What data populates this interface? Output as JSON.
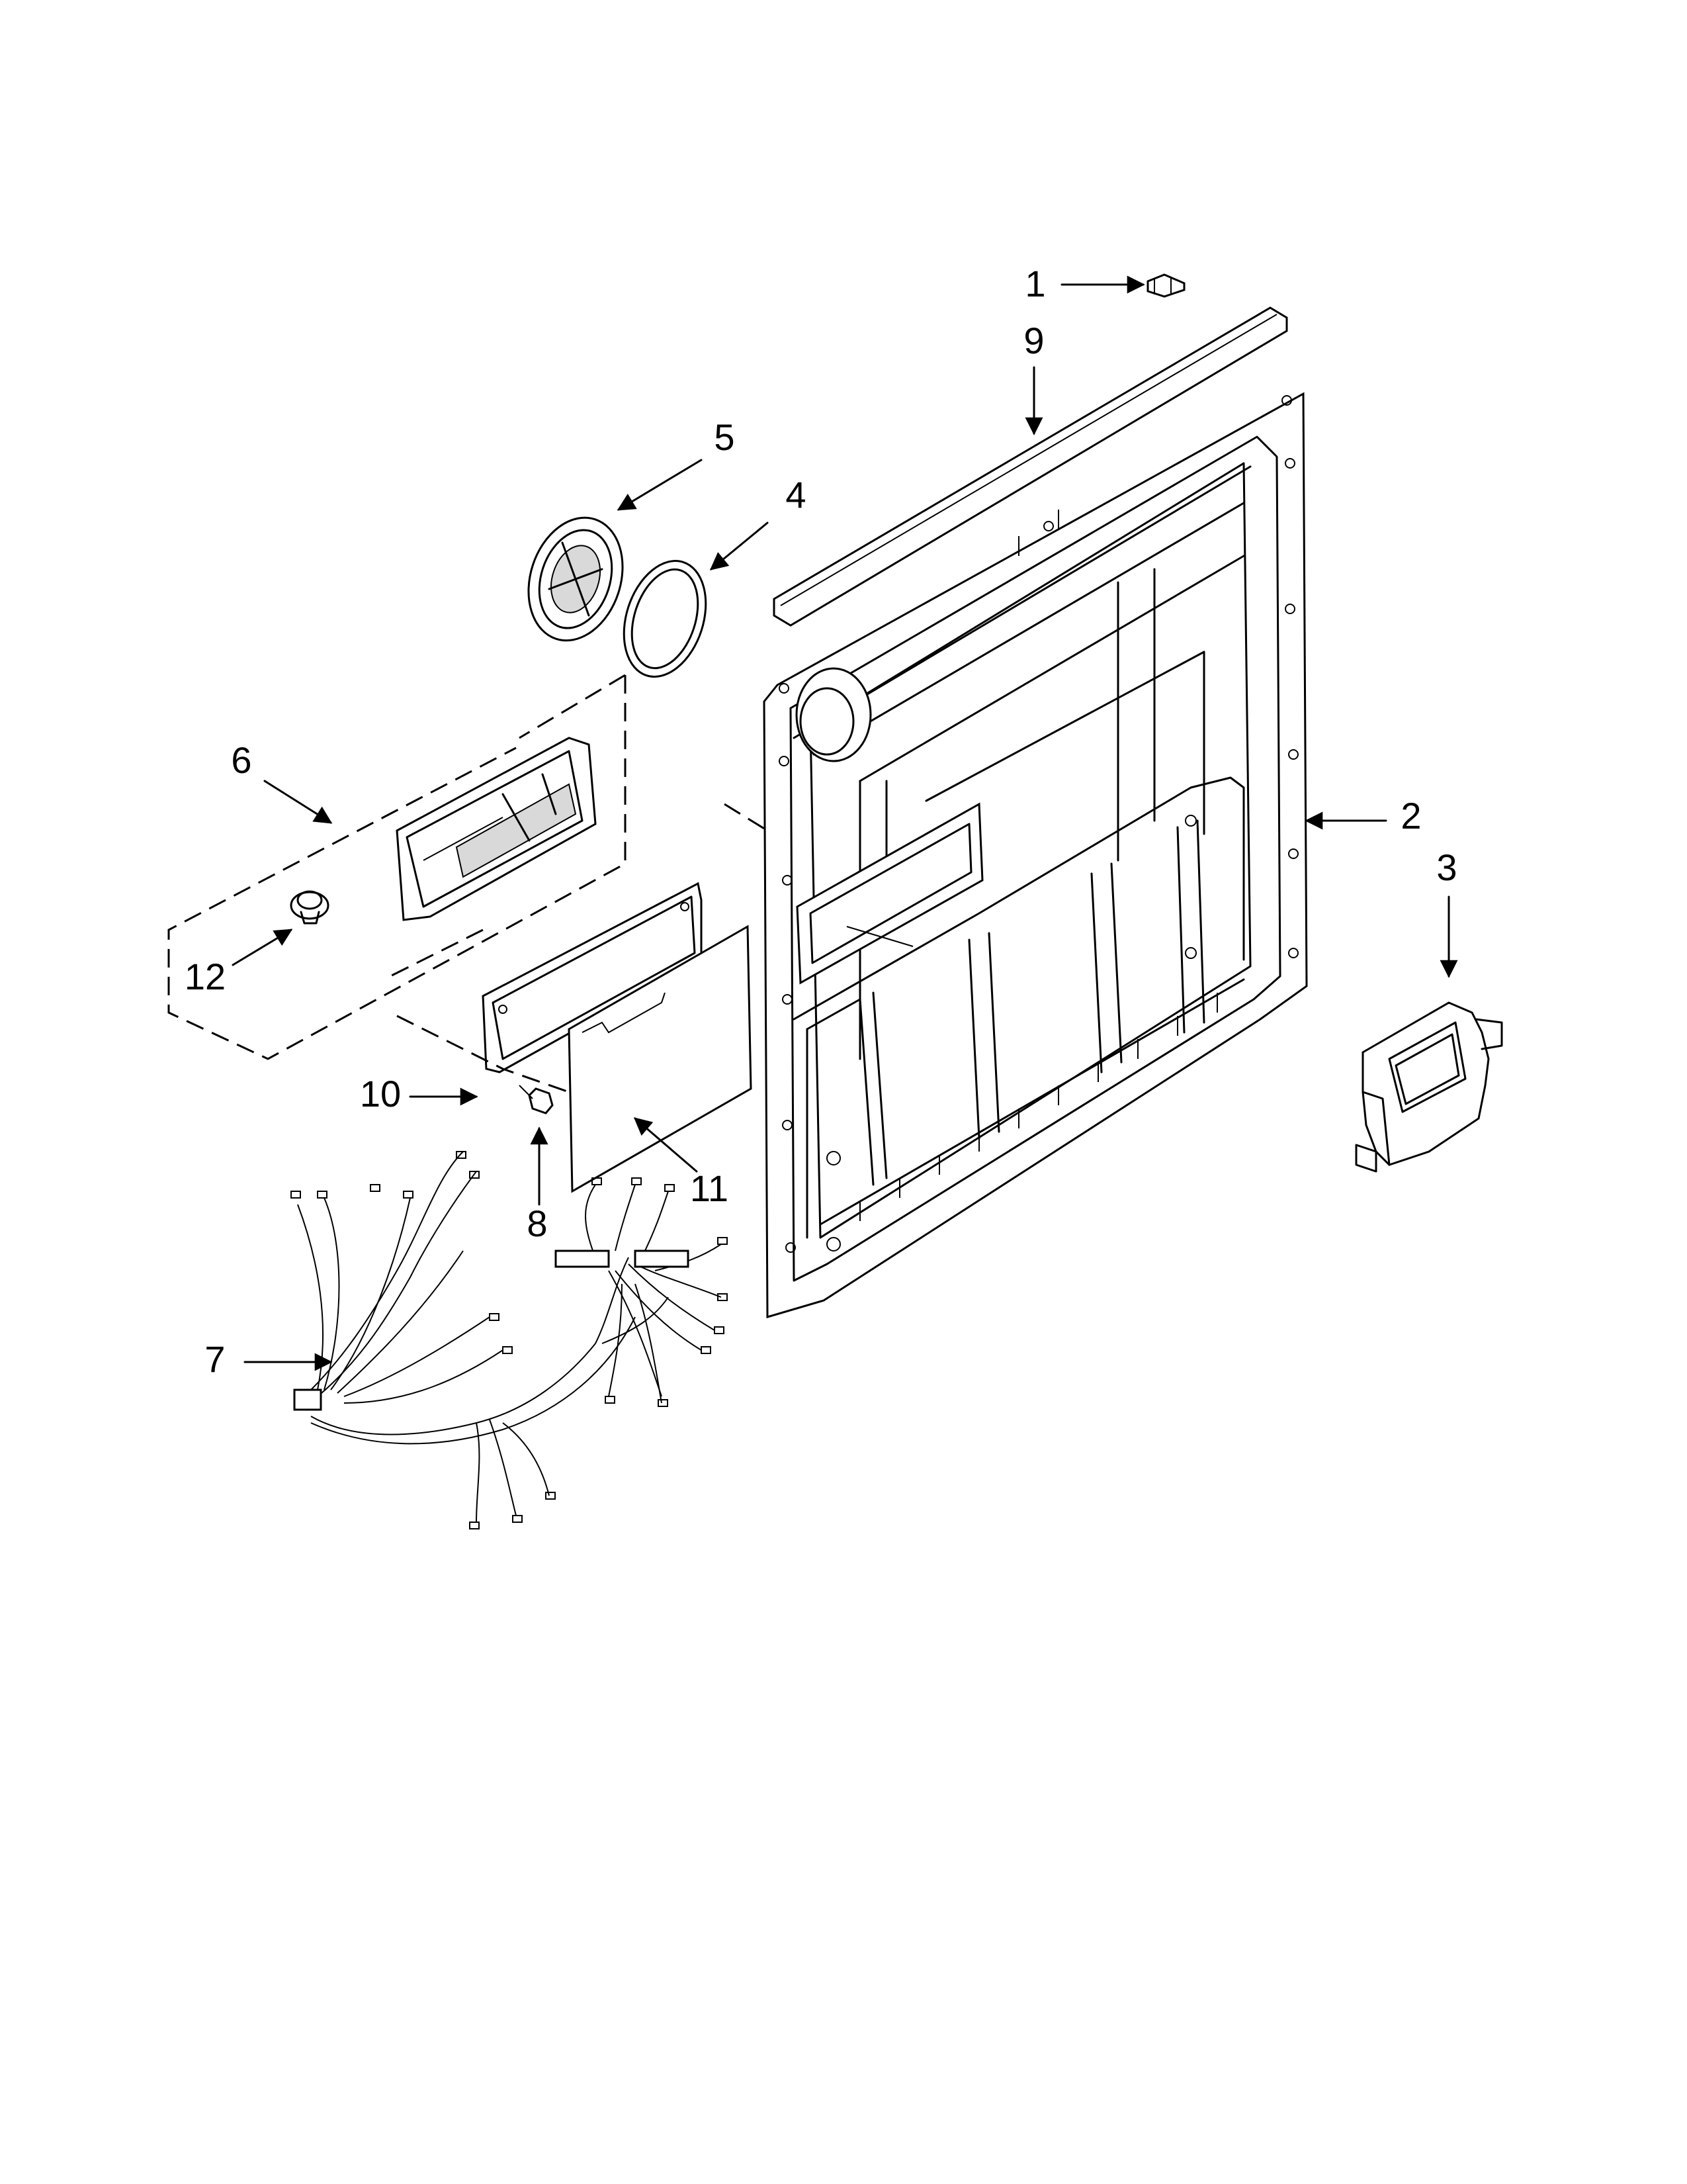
{
  "callouts": [
    {
      "id": "1",
      "text": "1"
    },
    {
      "id": "9",
      "text": "9"
    },
    {
      "id": "5",
      "text": "5"
    },
    {
      "id": "4",
      "text": "4"
    },
    {
      "id": "6",
      "text": "6"
    },
    {
      "id": "2",
      "text": "2"
    },
    {
      "id": "3",
      "text": "3"
    },
    {
      "id": "12",
      "text": "12"
    },
    {
      "id": "10",
      "text": "10"
    },
    {
      "id": "11",
      "text": "11"
    },
    {
      "id": "8",
      "text": "8"
    },
    {
      "id": "7",
      "text": "7"
    }
  ]
}
